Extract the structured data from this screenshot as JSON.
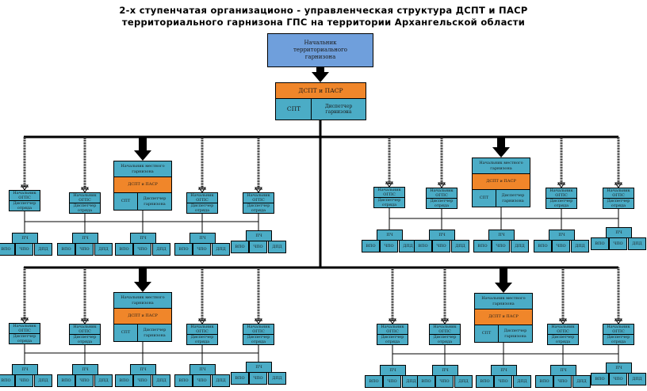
{
  "title": {
    "line1": "2-х ступенчатая организационо  - управленческая структура ДСПТ и ПАСР",
    "line2": "территориального  гарнизона ГПС на территории Архангельской области"
  },
  "top": {
    "head_label": "Начальник территориального гарнизона",
    "dspt_label": "ДСПТ и ПАСР",
    "spt_label": "СПТ",
    "dispatcher_label": "Диспетчер гарнизона"
  },
  "local_garrison": {
    "head_label": "Начальник местного гарнизона",
    "dspt_label": "ДСПТ и ПАСР",
    "spt_label": "СПТ",
    "dispatcher_label": "Диспетчер гарнизона"
  },
  "detachment": {
    "head_label": "Начальник ОГПС",
    "dispatcher_label": "Диспетчер отряда"
  },
  "unit": {
    "pch_label": "ПЧ",
    "sub_labels": [
      "ВПО",
      "ЧПО",
      "ДПД"
    ]
  },
  "quadrants": [
    {
      "name": "top-left"
    },
    {
      "name": "top-right"
    },
    {
      "name": "bottom-left"
    },
    {
      "name": "bottom-right"
    }
  ]
}
